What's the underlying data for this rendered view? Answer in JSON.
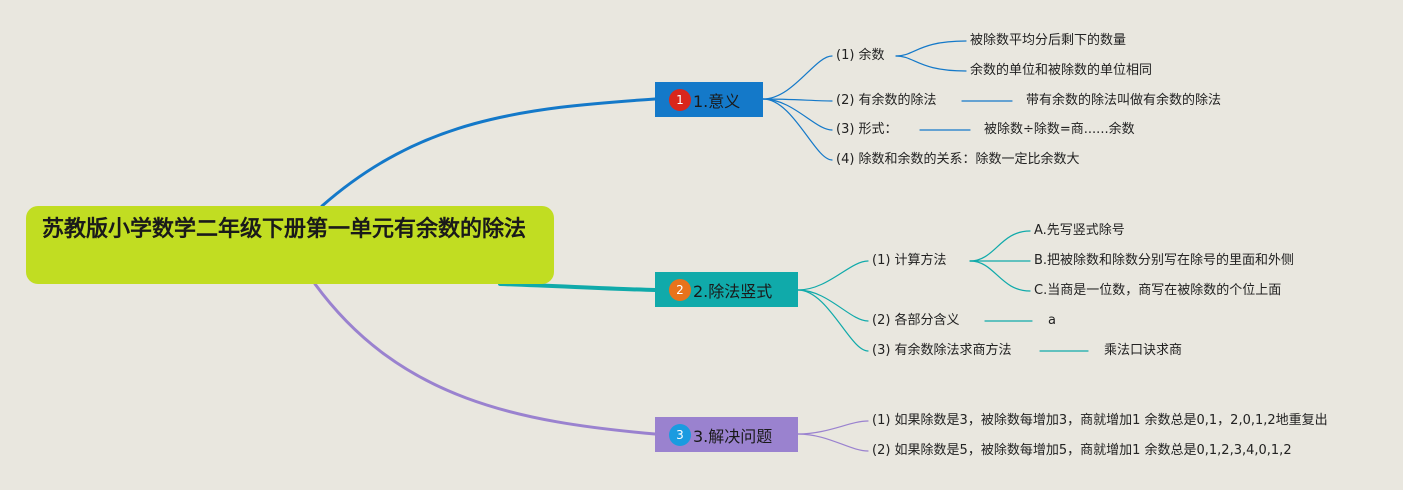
{
  "root": {
    "title": "苏教版小学数学二年级下册第一单元有余数的除法"
  },
  "branches": [
    {
      "label": "1.意义",
      "badge": "1",
      "color": "#1479c9",
      "badge_color": "#d9261c",
      "children": [
        {
          "label": "(1) 余数",
          "leaves": [
            "被除数平均分后剩下的数量",
            "余数的单位和被除数的单位相同"
          ]
        },
        {
          "label": "(2) 有余数的除法",
          "leaves": [
            "带有余数的除法叫做有余数的除法"
          ]
        },
        {
          "label": "(3) 形式：",
          "leaves": [
            "被除数÷除数=商......余数"
          ]
        },
        {
          "label": "(4) 除数和余数的关系：除数一定比余数大",
          "leaves": []
        }
      ]
    },
    {
      "label": "2.除法竖式",
      "badge": "2",
      "color": "#10aaaa",
      "badge_color": "#e8731c",
      "children": [
        {
          "label": "(1) 计算方法",
          "leaves": [
            "A.先写竖式除号",
            "B.把被除数和除数分别写在除号的里面和外侧",
            "C.当商是一位数，商写在被除数的个位上面"
          ]
        },
        {
          "label": "(2) 各部分含义",
          "leaves": [
            "a"
          ]
        },
        {
          "label": "(3) 有余数除法求商方法",
          "leaves": [
            "乘法口诀求商"
          ]
        }
      ]
    },
    {
      "label": "3.解决问题",
      "badge": "3",
      "color": "#9a82cf",
      "badge_color": "#1a9be0",
      "children": [
        {
          "label": "(1) 如果除数是3，被除数每增加3，商就增加1 余数总是0,1，2,0,1,2地重复出",
          "leaves": []
        },
        {
          "label": "(2) 如果除数是5，被除数每增加5，商就增加1 余数总是0,1,2,3,4,0,1,2",
          "leaves": []
        }
      ]
    }
  ]
}
